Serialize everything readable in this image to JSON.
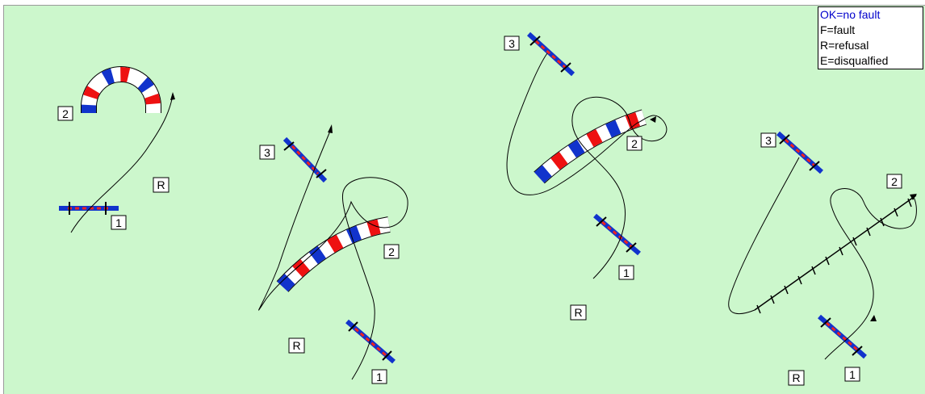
{
  "legend": {
    "items": [
      {
        "label": "OK=no fault"
      },
      {
        "label": "F=fault"
      },
      {
        "label": "R=refusal"
      },
      {
        "label": "E=disqualfied"
      }
    ]
  },
  "colors": {
    "field": "#ccf7cc",
    "tunnel_red": "#ee1111",
    "tunnel_blue": "#1133cc",
    "tunnel_white": "#ffffff",
    "pole_blue": "#1133cc",
    "pole_red": "#ee2222",
    "path": "#000000"
  },
  "diagrams": [
    {
      "name": "diagram-1",
      "labels": [
        {
          "text": "2"
        },
        {
          "text": "1"
        }
      ],
      "refusal": "R"
    },
    {
      "name": "diagram-2",
      "labels": [
        {
          "text": "3"
        },
        {
          "text": "2"
        },
        {
          "text": "1"
        }
      ],
      "refusal": "R"
    },
    {
      "name": "diagram-3",
      "labels": [
        {
          "text": "3"
        },
        {
          "text": "2"
        },
        {
          "text": "1"
        }
      ],
      "refusal": "R"
    },
    {
      "name": "diagram-4",
      "labels": [
        {
          "text": "3"
        },
        {
          "text": "2"
        },
        {
          "text": "1"
        }
      ],
      "refusal": "R"
    }
  ]
}
